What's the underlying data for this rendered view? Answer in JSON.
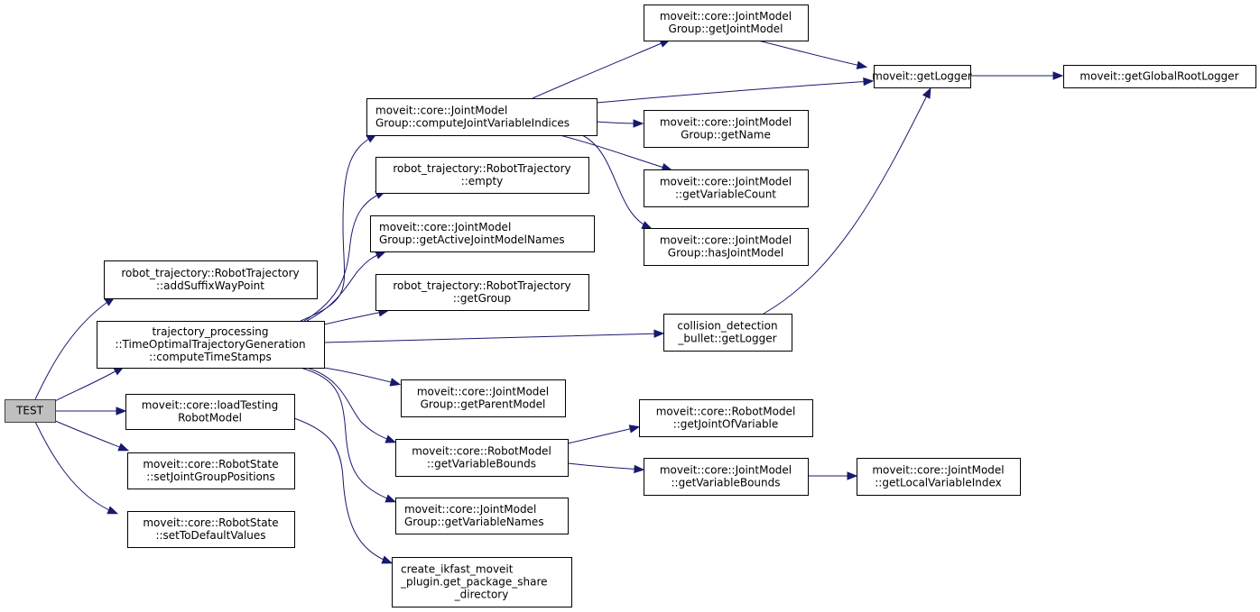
{
  "diagram": {
    "type": "call-graph",
    "colors": {
      "edge": "#191970",
      "root_fill": "#bfbfbf",
      "node_fill": "#ffffff",
      "node_border": "#000000"
    },
    "nodes": [
      {
        "id": "test",
        "lines": [
          "TEST"
        ],
        "root": true
      },
      {
        "id": "addSuffixWayPoint",
        "lines": [
          "robot_trajectory::RobotTrajectory",
          "::addSuffixWayPoint"
        ]
      },
      {
        "id": "computeTimeStamps",
        "lines": [
          "trajectory_processing",
          "::TimeOptimalTrajectoryGeneration",
          "::computeTimeStamps"
        ]
      },
      {
        "id": "loadTestingRobotModel",
        "lines": [
          "moveit::core::loadTesting",
          "RobotModel"
        ]
      },
      {
        "id": "setJointGroupPositions",
        "lines": [
          "moveit::core::RobotState",
          "::setJointGroupPositions"
        ]
      },
      {
        "id": "setToDefaultValues",
        "lines": [
          "moveit::core::RobotState",
          "::setToDefaultValues"
        ]
      },
      {
        "id": "computeJointVariableIndices",
        "lines": [
          "moveit::core::JointModel",
          "Group::computeJointVariableIndices"
        ]
      },
      {
        "id": "empty",
        "lines": [
          "robot_trajectory::RobotTrajectory",
          "::empty"
        ]
      },
      {
        "id": "getActiveJointModelNames",
        "lines": [
          "moveit::core::JointModel",
          "Group::getActiveJointModelNames"
        ]
      },
      {
        "id": "getGroup",
        "lines": [
          "robot_trajectory::RobotTrajectory",
          "::getGroup"
        ]
      },
      {
        "id": "getParentModel",
        "lines": [
          "moveit::core::JointModel",
          "Group::getParentModel"
        ]
      },
      {
        "id": "robotModelGetVariableBounds",
        "lines": [
          "moveit::core::RobotModel",
          "::getVariableBounds"
        ]
      },
      {
        "id": "getVariableNames",
        "lines": [
          "moveit::core::JointModel",
          "Group::getVariableNames"
        ]
      },
      {
        "id": "getPackageShareDirectory",
        "lines": [
          "create_ikfast_moveit",
          "_plugin.get_package_share",
          "_directory"
        ]
      },
      {
        "id": "getJointModel",
        "lines": [
          "moveit::core::JointModel",
          "Group::getJointModel"
        ]
      },
      {
        "id": "getName",
        "lines": [
          "moveit::core::JointModel",
          "Group::getName"
        ]
      },
      {
        "id": "getVariableCount",
        "lines": [
          "moveit::core::JointModel",
          "::getVariableCount"
        ]
      },
      {
        "id": "hasJointModel",
        "lines": [
          "moveit::core::JointModel",
          "Group::hasJointModel"
        ]
      },
      {
        "id": "collisionGetLogger",
        "lines": [
          "collision_detection",
          "_bullet::getLogger"
        ]
      },
      {
        "id": "getJointOfVariable",
        "lines": [
          "moveit::core::RobotModel",
          "::getJointOfVariable"
        ]
      },
      {
        "id": "jointModelGetVariableBounds",
        "lines": [
          "moveit::core::JointModel",
          "::getVariableBounds"
        ]
      },
      {
        "id": "getLocalVariableIndex",
        "lines": [
          "moveit::core::JointModel",
          "::getLocalVariableIndex"
        ]
      },
      {
        "id": "getLogger",
        "lines": [
          "moveit::getLogger"
        ]
      },
      {
        "id": "getGlobalRootLogger",
        "lines": [
          "moveit::getGlobalRootLogger"
        ]
      }
    ],
    "edges": [
      {
        "from": "test",
        "to": "addSuffixWayPoint"
      },
      {
        "from": "test",
        "to": "computeTimeStamps"
      },
      {
        "from": "test",
        "to": "loadTestingRobotModel"
      },
      {
        "from": "test",
        "to": "setJointGroupPositions"
      },
      {
        "from": "test",
        "to": "setToDefaultValues"
      },
      {
        "from": "computeTimeStamps",
        "to": "computeJointVariableIndices"
      },
      {
        "from": "computeTimeStamps",
        "to": "empty"
      },
      {
        "from": "computeTimeStamps",
        "to": "getActiveJointModelNames"
      },
      {
        "from": "computeTimeStamps",
        "to": "getGroup"
      },
      {
        "from": "computeTimeStamps",
        "to": "collisionGetLogger"
      },
      {
        "from": "computeTimeStamps",
        "to": "getParentModel"
      },
      {
        "from": "computeTimeStamps",
        "to": "robotModelGetVariableBounds"
      },
      {
        "from": "computeTimeStamps",
        "to": "getVariableNames"
      },
      {
        "from": "loadTestingRobotModel",
        "to": "getPackageShareDirectory"
      },
      {
        "from": "computeJointVariableIndices",
        "to": "getJointModel"
      },
      {
        "from": "computeJointVariableIndices",
        "to": "getLogger"
      },
      {
        "from": "computeJointVariableIndices",
        "to": "getName"
      },
      {
        "from": "computeJointVariableIndices",
        "to": "getVariableCount"
      },
      {
        "from": "computeJointVariableIndices",
        "to": "hasJointModel"
      },
      {
        "from": "getJointModel",
        "to": "getLogger"
      },
      {
        "from": "collisionGetLogger",
        "to": "getLogger"
      },
      {
        "from": "getLogger",
        "to": "getGlobalRootLogger"
      },
      {
        "from": "robotModelGetVariableBounds",
        "to": "getJointOfVariable"
      },
      {
        "from": "robotModelGetVariableBounds",
        "to": "jointModelGetVariableBounds"
      },
      {
        "from": "jointModelGetVariableBounds",
        "to": "getLocalVariableIndex"
      }
    ]
  }
}
